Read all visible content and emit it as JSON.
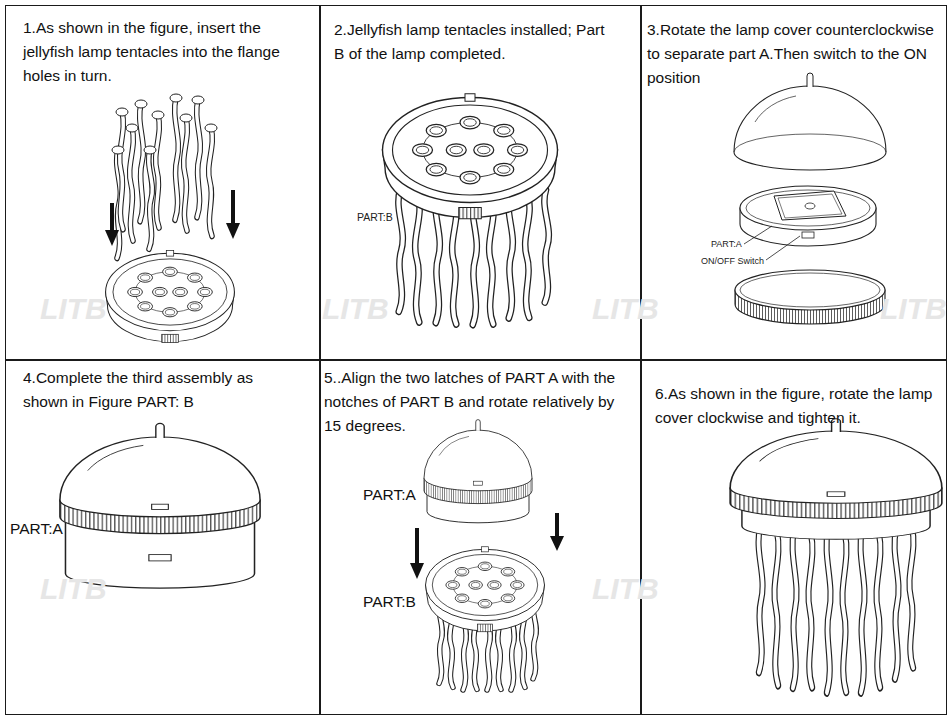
{
  "diagram": {
    "nodes": [
      {
        "text": [
          "1.As shown in the figure, insert the jellyfish lamp tentacles into the flange holes in turn."
        ]
      },
      {
        "text": [
          "2.Jellyfish lamp tentacles installed; Part B of the lamp completed."
        ]
      },
      {
        "text": [
          "3.Rotate the lamp cover counterclockwise to separate part A.Then switch to the ON position"
        ]
      },
      {
        "text": [
          "4.Complete the third assembly as shown in Figure PART: B"
        ]
      },
      {
        "text": [
          "5..Align the two latches of PART A with the notches of PART B and rotate relatively by 15 degrees."
        ]
      },
      {
        "text": [
          "6.As shown in the figure, rotate the lamp cover clockwise and tighten it."
        ]
      }
    ],
    "labels": [
      "PART:B",
      "PART:A",
      "ON/OFF Switch",
      "PART:A",
      "PART:A",
      "PART:B",
      "LITB",
      "LITB",
      "LITB",
      "LITB",
      "LITB",
      "LITB"
    ]
  }
}
